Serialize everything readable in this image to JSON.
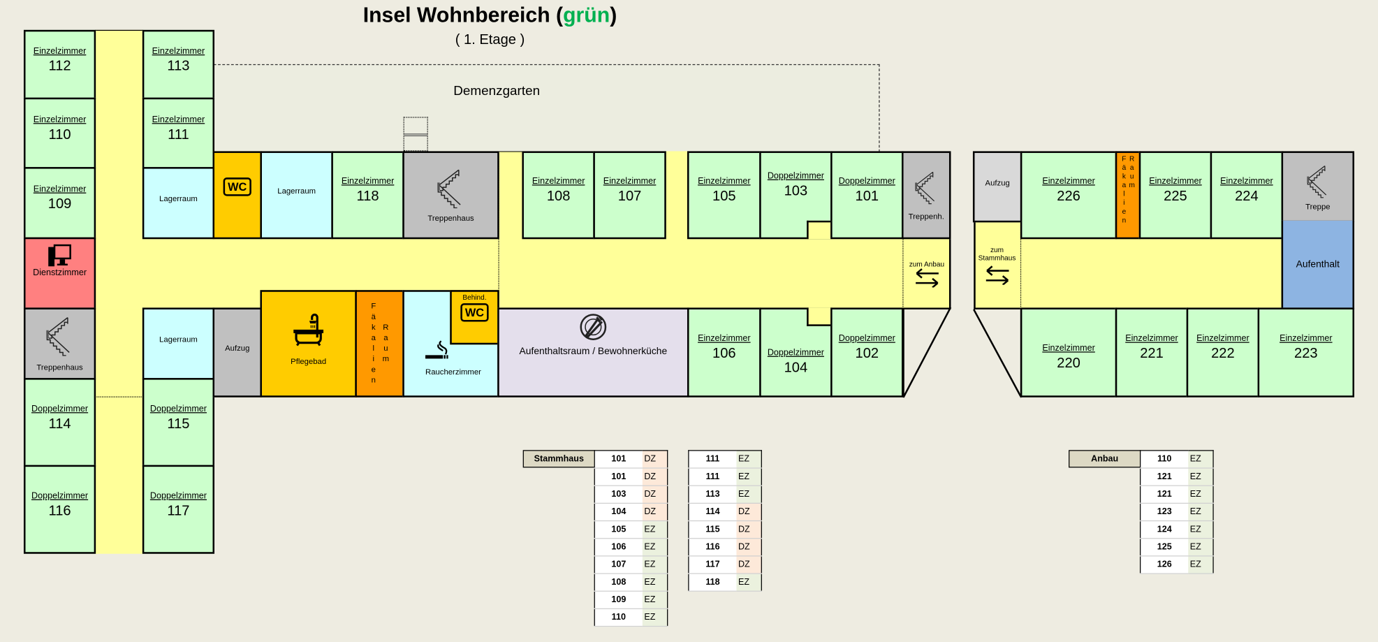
{
  "header": {
    "title_main": "Insel Wohnbereich (",
    "title_color_word": "grün",
    "title_end": ")",
    "subtitle": "( 1. Etage )"
  },
  "garden": "Demenzgarten",
  "rooms": {
    "r112": {
      "type": "Einzelzimmer",
      "number": "112"
    },
    "r110": {
      "type": "Einzelzimmer",
      "number": "110"
    },
    "r109": {
      "type": "Einzelzimmer",
      "number": "109"
    },
    "r113": {
      "type": "Einzelzimmer",
      "number": "113"
    },
    "r111": {
      "type": "Einzelzimmer",
      "number": "111"
    },
    "r114": {
      "type": "Doppelzimmer",
      "number": "114"
    },
    "r116": {
      "type": "Doppelzimmer",
      "number": "116"
    },
    "r115": {
      "type": "Doppelzimmer",
      "number": "115"
    },
    "r117": {
      "type": "Doppelzimmer",
      "number": "117"
    },
    "r118": {
      "type": "Einzelzimmer",
      "number": "118"
    },
    "r108": {
      "type": "Einzelzimmer",
      "number": "108"
    },
    "r107": {
      "type": "Einzelzimmer",
      "number": "107"
    },
    "r105": {
      "type": "Einzelzimmer",
      "number": "105"
    },
    "r103": {
      "type": "Doppelzimmer",
      "number": "103"
    },
    "r101": {
      "type": "Doppelzimmer",
      "number": "101"
    },
    "r106": {
      "type": "Einzelzimmer",
      "number": "106"
    },
    "r104": {
      "type": "Doppelzimmer",
      "number": "104"
    },
    "r102": {
      "type": "Doppelzimmer",
      "number": "102"
    },
    "r226": {
      "type": "Einzelzimmer",
      "number": "226"
    },
    "r225": {
      "type": "Einzelzimmer",
      "number": "225"
    },
    "r224": {
      "type": "Einzelzimmer",
      "number": "224"
    },
    "r220": {
      "type": "Einzelzimmer",
      "number": "220"
    },
    "r221": {
      "type": "Einzelzimmer",
      "number": "221"
    },
    "r222": {
      "type": "Einzelzimmer",
      "number": "222"
    },
    "r223": {
      "type": "Einzelzimmer",
      "number": "223"
    }
  },
  "facilities": {
    "dienstzimmer": "Dienstzimmer",
    "treppenhaus": "Treppenhaus",
    "treppenh": "Treppenh.",
    "treppe": "Treppe",
    "lagerraum": "Lagerraum",
    "aufzug": "Aufzug",
    "wc": "WC",
    "behind": "Behind.",
    "pflegebad": "Pflegebad",
    "faekalien": "Fäkalien",
    "raum": "Raum",
    "faekalien_raum": "Fäkalien Raum",
    "raucherzimmer": "Raucherzimmer",
    "aufenthaltsraum": "Aufenthaltsraum / Bewohnerküche",
    "aufenthalt": "Aufenthalt",
    "zum_anbau": "zum Anbau",
    "zum": "zum",
    "stammhaus": "Stammhaus"
  },
  "tables": {
    "stammhaus": {
      "header": "Stammhaus",
      "rows": [
        [
          "101",
          "DZ"
        ],
        [
          "101",
          "DZ"
        ],
        [
          "103",
          "DZ"
        ],
        [
          "104",
          "DZ"
        ],
        [
          "105",
          "EZ"
        ],
        [
          "106",
          "EZ"
        ],
        [
          "107",
          "EZ"
        ],
        [
          "108",
          "EZ"
        ],
        [
          "109",
          "EZ"
        ],
        [
          "110",
          "EZ"
        ]
      ]
    },
    "stammhaus2": {
      "rows": [
        [
          "111",
          "EZ"
        ],
        [
          "111",
          "EZ"
        ],
        [
          "113",
          "EZ"
        ],
        [
          "114",
          "DZ"
        ],
        [
          "115",
          "DZ"
        ],
        [
          "116",
          "DZ"
        ],
        [
          "117",
          "DZ"
        ],
        [
          "118",
          "EZ"
        ]
      ]
    },
    "anbau": {
      "header": "Anbau",
      "rows": [
        [
          "110",
          "EZ"
        ],
        [
          "121",
          "EZ"
        ],
        [
          "121",
          "EZ"
        ],
        [
          "123",
          "EZ"
        ],
        [
          "124",
          "EZ"
        ],
        [
          "125",
          "EZ"
        ],
        [
          "126",
          "EZ"
        ]
      ]
    }
  },
  "colors": {
    "single": "#ccffcc",
    "corridor": "#ffff99",
    "storage": "#ccffff",
    "stairs": "#c0c0c0",
    "office": "#ff8080",
    "bath": "#ffcc00",
    "utility": "#ff9900",
    "lounge": "#e4dfec",
    "anbau_lounge": "#8db4e2",
    "dz_cell": "#fde9d9",
    "ez_cell": "#ebf1de"
  }
}
